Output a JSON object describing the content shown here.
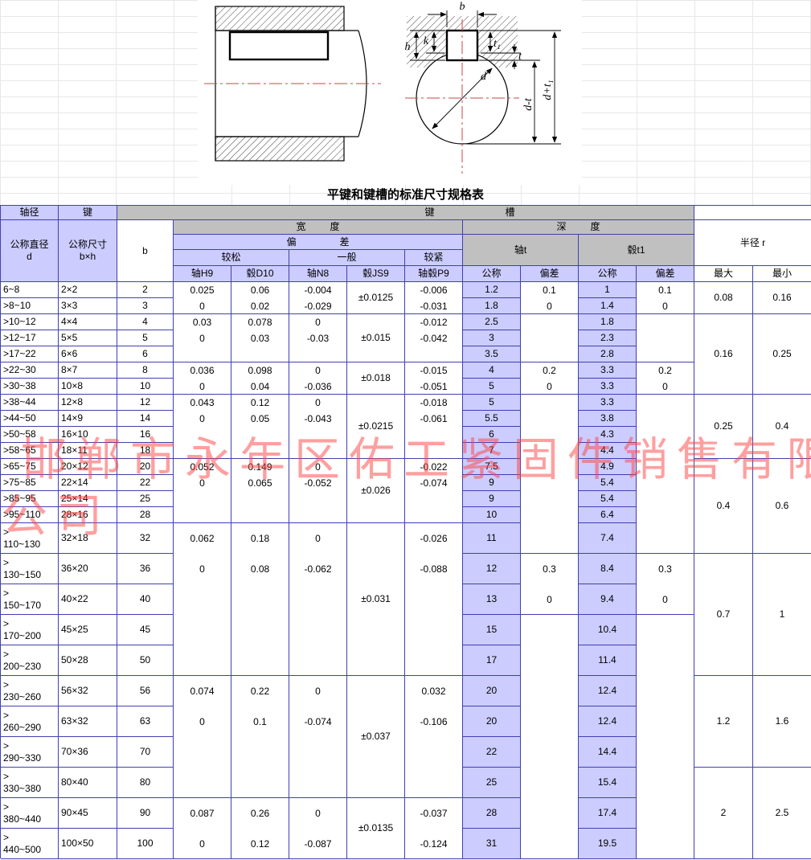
{
  "page": {
    "title": "平键和键槽的标准尺寸规格表"
  },
  "watermark": {
    "line1": "邯郸市永年区佑工紧固件销售有限",
    "line2": "公司"
  },
  "drawing": {
    "labels": {
      "b": "b",
      "k": "k",
      "h": "h",
      "t": "t",
      "t1": "t₁",
      "d": "d",
      "d_minus_t": "d-t",
      "d_plus_t1": "d+t₁"
    }
  },
  "header": {
    "shaft_dia": "轴径",
    "key": "键",
    "keyway": "键槽",
    "width": "宽度",
    "depth": "深度",
    "radius_r": "半径 r",
    "nominal_dia": "公称直径\nd",
    "nominal_size": "公称尺寸\nb×h",
    "b": "b",
    "deviation": "偏差",
    "loose": "较松",
    "general": "一般",
    "tight": "较紧",
    "shaft_H9": "轴H9",
    "hub_D10": "毂D10",
    "shaft_N8": "轴N8",
    "hub_JS9": "毂JS9",
    "shaft_hub_P9": "轴毂P9",
    "shaft_t": "轴t",
    "hub_t1": "毂t1",
    "nominal": "公称",
    "dev": "偏差",
    "max": "最大",
    "min": "最小"
  },
  "table": {
    "d": [
      "6~8",
      ">8~10",
      ">10~12",
      ">12~17",
      ">17~22",
      ">22~30",
      ">30~38",
      ">38~44",
      ">44~50",
      ">50~58",
      ">58~65",
      ">65~75",
      ">75~85",
      ">85~95",
      ">95~110",
      ">\n110~130",
      ">\n130~150",
      ">\n150~170",
      ">\n170~200",
      ">\n200~230",
      ">\n230~260",
      ">\n260~290",
      ">\n290~330",
      ">\n330~380",
      ">\n380~440",
      ">\n440~500"
    ],
    "bxh": [
      "2×2",
      "3×3",
      "4×4",
      "5×5",
      "6×6",
      "8×7",
      "10×8",
      "12×8",
      "14×9",
      "16×10",
      "18×11",
      "20×12",
      "22×14",
      "25×14",
      "28×16",
      "32×18",
      "36×20",
      "40×22",
      "45×25",
      "50×28",
      "56×32",
      "63×32",
      "70×36",
      "80×40",
      "90×45",
      "100×50"
    ],
    "b": [
      "2",
      "3",
      "4",
      "5",
      "6",
      "8",
      "10",
      "12",
      "14",
      "16",
      "18",
      "20",
      "22",
      "25",
      "28",
      "32",
      "36",
      "40",
      "45",
      "50",
      "56",
      "63",
      "70",
      "80",
      "90",
      "100"
    ],
    "t_nom": [
      "1.2",
      "1.8",
      "2.5",
      "3",
      "3.5",
      "4",
      "5",
      "5",
      "5.5",
      "6",
      "7",
      "7.5",
      "9",
      "9",
      "10",
      "11",
      "12",
      "13",
      "15",
      "17",
      "20",
      "20",
      "22",
      "25",
      "28",
      "31"
    ],
    "t1_nom": [
      "1",
      "1.4",
      "1.8",
      "2.3",
      "2.8",
      "3.3",
      "3.3",
      "3.3",
      "3.8",
      "4.3",
      "4.4",
      "4.9",
      "5.4",
      "5.4",
      "6.4",
      "7.4",
      "8.4",
      "9.4",
      "10.4",
      "11.4",
      "12.4",
      "12.4",
      "14.4",
      "15.4",
      "17.4",
      "19.5"
    ],
    "groups": {
      "H9": [
        {
          "rows": [
            1,
            2
          ],
          "v": [
            "0.025",
            "0"
          ]
        },
        {
          "rows": [
            3,
            5
          ],
          "v": [
            "0.03",
            "0"
          ]
        },
        {
          "rows": [
            6,
            7
          ],
          "v": [
            "0.036",
            "0"
          ]
        },
        {
          "rows": [
            8,
            11
          ],
          "v": [
            "0.043",
            "0"
          ]
        },
        {
          "rows": [
            12,
            15
          ],
          "v": [
            "0.052",
            "0"
          ]
        },
        {
          "rows": [
            16,
            20
          ],
          "v": [
            "0.062",
            "0"
          ]
        },
        {
          "rows": [
            21,
            24
          ],
          "v": [
            "0.074",
            "0"
          ]
        },
        {
          "rows": [
            25,
            26
          ],
          "v": [
            "0.087",
            "0"
          ]
        }
      ],
      "D10": [
        {
          "rows": [
            1,
            2
          ],
          "v": [
            "0.06",
            "0.02"
          ]
        },
        {
          "rows": [
            3,
            5
          ],
          "v": [
            "0.078",
            "0.03"
          ]
        },
        {
          "rows": [
            6,
            7
          ],
          "v": [
            "0.098",
            "0.04"
          ]
        },
        {
          "rows": [
            8,
            11
          ],
          "v": [
            "0.12",
            "0.05"
          ]
        },
        {
          "rows": [
            12,
            15
          ],
          "v": [
            "0.149",
            "0.065"
          ]
        },
        {
          "rows": [
            16,
            20
          ],
          "v": [
            "0.18",
            "0.08"
          ]
        },
        {
          "rows": [
            21,
            24
          ],
          "v": [
            "0.22",
            "0.1"
          ]
        },
        {
          "rows": [
            25,
            26
          ],
          "v": [
            "0.26",
            "0.12"
          ]
        }
      ],
      "N8": [
        {
          "rows": [
            1,
            2
          ],
          "v": [
            "-0.004",
            "-0.029"
          ]
        },
        {
          "rows": [
            3,
            5
          ],
          "v": [
            "0",
            "-0.03"
          ]
        },
        {
          "rows": [
            6,
            7
          ],
          "v": [
            "0",
            "-0.036"
          ]
        },
        {
          "rows": [
            8,
            11
          ],
          "v": [
            "0",
            "-0.043"
          ]
        },
        {
          "rows": [
            12,
            15
          ],
          "v": [
            "0",
            "-0.052"
          ]
        },
        {
          "rows": [
            16,
            20
          ],
          "v": [
            "0",
            "-0.062"
          ]
        },
        {
          "rows": [
            21,
            24
          ],
          "v": [
            "0",
            "-0.074"
          ]
        },
        {
          "rows": [
            25,
            26
          ],
          "v": [
            "0",
            "-0.087"
          ]
        }
      ],
      "JS9": [
        {
          "rows": [
            1,
            2
          ],
          "v": "±0.0125"
        },
        {
          "rows": [
            3,
            5
          ],
          "v": "±0.015"
        },
        {
          "rows": [
            6,
            7
          ],
          "v": "±0.018"
        },
        {
          "rows": [
            8,
            11
          ],
          "v": "±0.0215"
        },
        {
          "rows": [
            12,
            15
          ],
          "v": "±0.026"
        },
        {
          "rows": [
            16,
            20
          ],
          "v": "±0.031"
        },
        {
          "rows": [
            21,
            24
          ],
          "v": "±0.037"
        },
        {
          "rows": [
            25,
            26
          ],
          "v": "±0.0135"
        }
      ],
      "P9": [
        {
          "rows": [
            1,
            2
          ],
          "v": [
            "-0.006",
            "-0.031"
          ]
        },
        {
          "rows": [
            3,
            5
          ],
          "v": [
            "-0.012",
            "-0.042"
          ]
        },
        {
          "rows": [
            6,
            7
          ],
          "v": [
            "-0.015",
            "-0.051"
          ]
        },
        {
          "rows": [
            8,
            11
          ],
          "v": [
            "-0.018",
            "-0.061"
          ]
        },
        {
          "rows": [
            12,
            15
          ],
          "v": [
            "-0.022",
            "-0.074"
          ]
        },
        {
          "rows": [
            16,
            20
          ],
          "v": [
            "-0.026",
            "-0.088"
          ]
        },
        {
          "rows": [
            21,
            24
          ],
          "v": [
            "0.032",
            "-0.106"
          ]
        },
        {
          "rows": [
            25,
            26
          ],
          "v": [
            "-0.037",
            "-0.124"
          ]
        }
      ],
      "t_dev": [
        {
          "rows": [
            1,
            2
          ],
          "v": [
            "0.1",
            "0"
          ]
        },
        {
          "rows": [
            3,
            5
          ],
          "v": []
        },
        {
          "rows": [
            6,
            7
          ],
          "v": [
            "0.2",
            "0"
          ]
        },
        {
          "rows": [
            8,
            16
          ],
          "v": []
        },
        {
          "rows": [
            17,
            18
          ],
          "v": [
            "0.3",
            "0"
          ]
        },
        {
          "rows": [
            19,
            26
          ],
          "v": []
        }
      ],
      "t1_dev": [
        {
          "rows": [
            1,
            2
          ],
          "v": [
            "0.1",
            "0"
          ]
        },
        {
          "rows": [
            3,
            5
          ],
          "v": []
        },
        {
          "rows": [
            6,
            7
          ],
          "v": [
            "0.2",
            "0"
          ]
        },
        {
          "rows": [
            8,
            16
          ],
          "v": []
        },
        {
          "rows": [
            17,
            18
          ],
          "v": [
            "0.3",
            "0"
          ]
        },
        {
          "rows": [
            19,
            26
          ],
          "v": []
        }
      ],
      "r_max": [
        {
          "rows": [
            1,
            2
          ],
          "v": "0.08"
        },
        {
          "rows": [
            3,
            7
          ],
          "v": "0.16"
        },
        {
          "rows": [
            8,
            11
          ],
          "v": "0.25"
        },
        {
          "rows": [
            12,
            16
          ],
          "v": "0.4"
        },
        {
          "rows": [
            17,
            20
          ],
          "v": "0.7"
        },
        {
          "rows": [
            21,
            23
          ],
          "v": "1.2"
        },
        {
          "rows": [
            24,
            26
          ],
          "v": "2"
        }
      ],
      "r_min": [
        {
          "rows": [
            1,
            2
          ],
          "v": "0.16"
        },
        {
          "rows": [
            3,
            7
          ],
          "v": "0.25"
        },
        {
          "rows": [
            8,
            11
          ],
          "v": "0.4"
        },
        {
          "rows": [
            12,
            16
          ],
          "v": "0.6"
        },
        {
          "rows": [
            17,
            20
          ],
          "v": "1"
        },
        {
          "rows": [
            21,
            23
          ],
          "v": "1.6"
        },
        {
          "rows": [
            24,
            26
          ],
          "v": "2.5"
        }
      ]
    }
  }
}
